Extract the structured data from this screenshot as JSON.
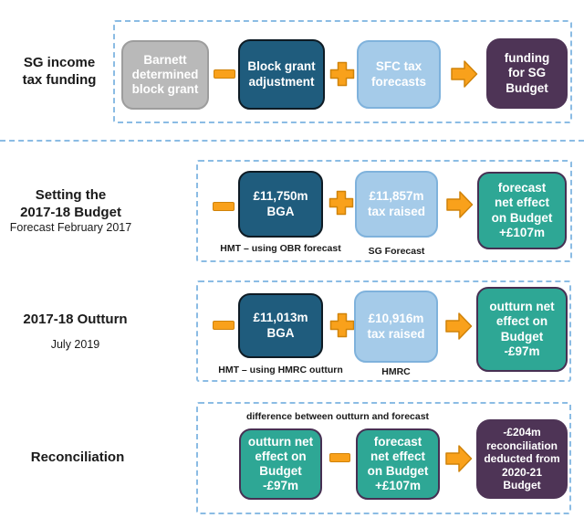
{
  "colors": {
    "page_bg": "#ffffff",
    "dashed_border": "#8bbce4",
    "gray_fill": "#b9b9b9",
    "gray_border": "#9d9d9d",
    "dark_blue_fill": "#1f5c7d",
    "dark_blue_border": "#0e1b24",
    "light_blue_fill": "#a5cbe9",
    "light_blue_border": "#7fb2dc",
    "teal_fill": "#2ea795",
    "teal_border": "#473053",
    "purple_fill": "#4e3456",
    "orange_fill": "#f9a11b",
    "orange_border": "#d0830a",
    "label_text": "#1a1a1a",
    "box_text": "#ffffff"
  },
  "icons": {
    "minus_icon": "−",
    "plus_icon": "+",
    "arrow_right_icon": "→"
  },
  "rows": {
    "funding": {
      "label_lines": [
        "SG income",
        "tax funding"
      ],
      "barnett_box_lines": [
        "Barnett",
        "determined",
        "block grant"
      ],
      "bga_box_lines": [
        "Block grant",
        "adjustment"
      ],
      "sfc_box_lines": [
        "SFC tax",
        "forecasts"
      ],
      "result_box_lines": [
        "funding",
        "for SG",
        "Budget"
      ]
    },
    "budget": {
      "label_lines": [
        "Setting the",
        "2017-18 Budget"
      ],
      "sublabel": "Forecast February 2017",
      "bga_box_lines": [
        "£11,750m",
        "BGA"
      ],
      "bga_caption": "HMT – using OBR forecast",
      "tax_box_lines": [
        "£11,857m",
        "tax raised"
      ],
      "tax_caption": "SG Forecast",
      "result_box_lines": [
        "forecast",
        "net effect",
        "on Budget",
        "+£107m"
      ]
    },
    "outturn": {
      "label_lines": [
        "2017-18 Outturn"
      ],
      "sublabel": "July 2019",
      "bga_box_lines": [
        "£11,013m",
        "BGA"
      ],
      "bga_caption": "HMT – using HMRC outturn",
      "tax_box_lines": [
        "£10,916m",
        "tax raised"
      ],
      "tax_caption": "HMRC",
      "result_box_lines": [
        "outturn net",
        "effect on",
        "Budget",
        "-£97m"
      ]
    },
    "reconciliation": {
      "label_lines": [
        "Reconciliation"
      ],
      "caption": "difference between outturn and forecast",
      "outturn_box_lines": [
        "outturn net",
        "effect on",
        "Budget",
        "-£97m"
      ],
      "forecast_box_lines": [
        "forecast",
        "net effect",
        "on Budget",
        "+£107m"
      ],
      "result_box_lines": [
        "-£204m",
        "reconciliation",
        "deducted from",
        "2020-21",
        "Budget"
      ]
    }
  }
}
